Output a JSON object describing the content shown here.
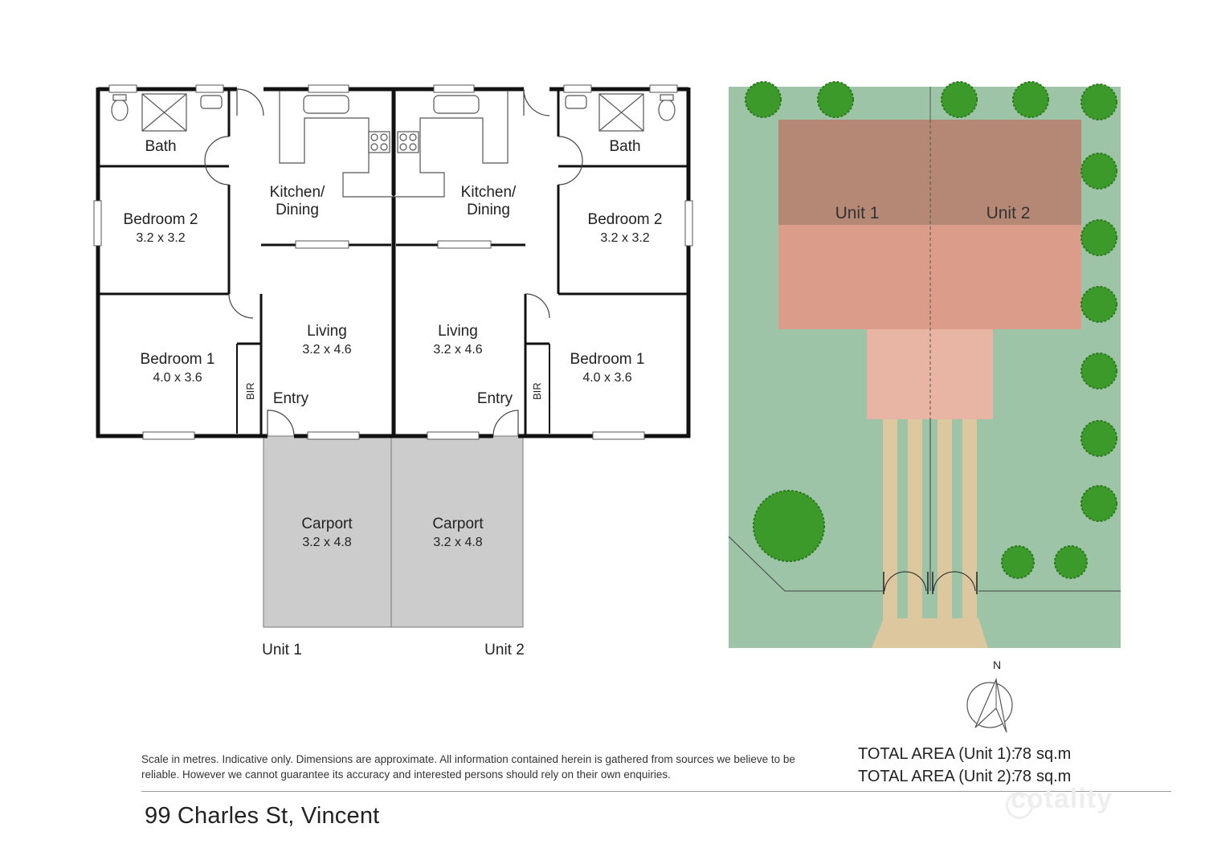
{
  "floor_plan": {
    "unit1": {
      "label": "Unit 1",
      "rooms": {
        "bath": {
          "name": "Bath"
        },
        "kitchen": {
          "name": "Kitchen/ Dining"
        },
        "bedroom2": {
          "name": "Bedroom 2",
          "dims": "3.2 x 3.2"
        },
        "bedroom1": {
          "name": "Bedroom 1",
          "dims": "4.0 x 3.6"
        },
        "living": {
          "name": "Living",
          "dims": "3.2 x 4.6"
        },
        "entry": {
          "name": "Entry"
        },
        "bir": {
          "name": "BIR"
        },
        "carport": {
          "name": "Carport",
          "dims": "3.2 x 4.8"
        }
      }
    },
    "unit2": {
      "label": "Unit 2",
      "rooms": {
        "bath": {
          "name": "Bath"
        },
        "kitchen": {
          "name": "Kitchen/ Dining"
        },
        "bedroom2": {
          "name": "Bedroom 2",
          "dims": "3.2 x 3.2"
        },
        "bedroom1": {
          "name": "Bedroom 1",
          "dims": "4.0 x 3.6"
        },
        "living": {
          "name": "Living",
          "dims": "3.2 x 4.6"
        },
        "entry": {
          "name": "Entry"
        },
        "bir": {
          "name": "BIR"
        },
        "carport": {
          "name": "Carport",
          "dims": "3.2 x 4.8"
        }
      }
    }
  },
  "site_plan": {
    "unit1_label": "Unit 1",
    "unit2_label": "Unit 2",
    "north_label": "N",
    "colors": {
      "lawn": "#9dc4a6",
      "roof_upper": "#b58876",
      "roof_main": "#dc9c8a",
      "roof_carport": "#e8b4a3",
      "driveway": "#dcc79e",
      "tree": "#3c9a2a"
    }
  },
  "disclaimer": "Scale in metres. Indicative only. Dimensions are approximate. All information contained herein is gathered from sources we believe to be reliable. However we cannot guarantee its accuracy and interested persons should rely on their own enquiries.",
  "totals": [
    {
      "label": "TOTAL AREA (Unit 1):",
      "value": "78",
      "unit": "sq.m"
    },
    {
      "label": "TOTAL AREA (Unit 2):",
      "value": "78",
      "unit": "sq.m"
    }
  ],
  "address": "99 Charles St, Vincent",
  "brand": "cotality"
}
